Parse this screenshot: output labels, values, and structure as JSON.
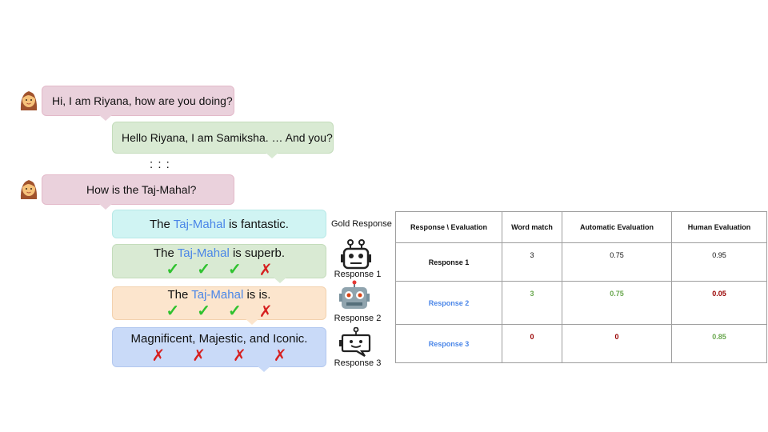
{
  "conversation": {
    "user_msg_1": "Hi, I am Riyana, how are you doing?",
    "bot_msg_1": "Hello Riyana, I am Samiksha. … And you?",
    "ellipsis": ": : :",
    "user_msg_2": "How is the Taj-Mahal?"
  },
  "gold": {
    "pre": "The ",
    "keyword": "Taj-Mahal",
    "post": " is fantastic.",
    "label": "Gold Response"
  },
  "responses": [
    {
      "pre": "The ",
      "keyword": "Taj-Mahal",
      "post": " is superb.",
      "label": "Response 1",
      "marks": [
        "✓",
        "✓",
        "✓",
        "✗"
      ],
      "icon": "robot-outline-icon"
    },
    {
      "pre": "The ",
      "keyword": "Taj-Mahal",
      "post": " is is.",
      "label": "Response 2",
      "marks": [
        "✓",
        "✓",
        "✓",
        "✗"
      ],
      "icon": "robot-emoji-icon"
    },
    {
      "text": "Magnificent, Majestic, and Iconic.",
      "label": "Response 3",
      "marks": [
        "✗",
        "✗",
        "✗",
        "✗"
      ],
      "icon": "chat-robot-icon"
    }
  ],
  "table": {
    "headers": [
      "Response \\ Evaluation",
      "Word match",
      "Automatic Evaluation",
      "Human Evaluation"
    ],
    "rows": [
      {
        "label": "Response 1",
        "word_match": "3",
        "automatic": "0.75",
        "human": "0.95"
      },
      {
        "label": "Response 2",
        "word_match": "3",
        "automatic": "0.75",
        "human": "0.05"
      },
      {
        "label": "Response 3",
        "word_match": "0",
        "automatic": "0",
        "human": "0.85"
      }
    ]
  },
  "colors": {
    "keyword": "#4a86e8",
    "good": "#6aa84f",
    "bad": "#990000",
    "user_bubble": "#ead1dc",
    "bot_bubble": "#d9ead3",
    "gold_bubble": "#d0f4f3",
    "resp2_bubble": "#fce5cd",
    "resp3_bubble": "#c9daf8"
  }
}
